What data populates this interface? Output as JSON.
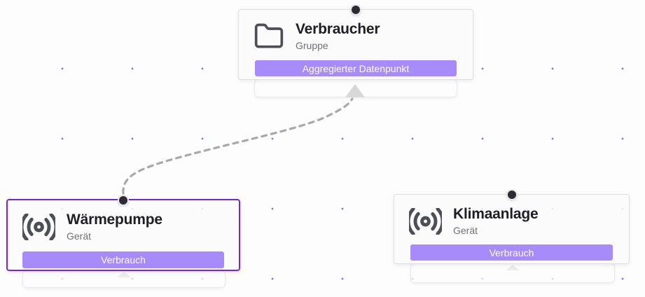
{
  "canvas": {
    "grid_dot_color": "#8b5cf6"
  },
  "nodes": [
    {
      "title": "Verbraucher",
      "subtitle": "Gruppe",
      "badge_label": "Aggregierter Datenpunkt",
      "icon": "folder-icon",
      "selected": false
    },
    {
      "title": "Wärmepumpe",
      "subtitle": "Gerät",
      "badge_label": "Verbrauch",
      "icon": "radio-icon",
      "selected": true
    },
    {
      "title": "Klimaanlage",
      "subtitle": "Gerät",
      "badge_label": "Verbrauch",
      "icon": "radio-icon",
      "selected": false
    }
  ],
  "edges": [
    {
      "from": "Wärmepumpe",
      "to": "Verbraucher",
      "style": "dashed"
    }
  ],
  "colors": {
    "badge_background": "#a78bfa",
    "selected_node_border": "#7a24e0",
    "edge_stroke": "#a9a9ad",
    "edge_arrow": "#d8d8d8",
    "grid_dot": "#8b5cf6",
    "handle_fill": "#2b2b31",
    "node_background": "#fafafb",
    "title_color": "#1e1e24",
    "subtitle_color": "#707079"
  }
}
